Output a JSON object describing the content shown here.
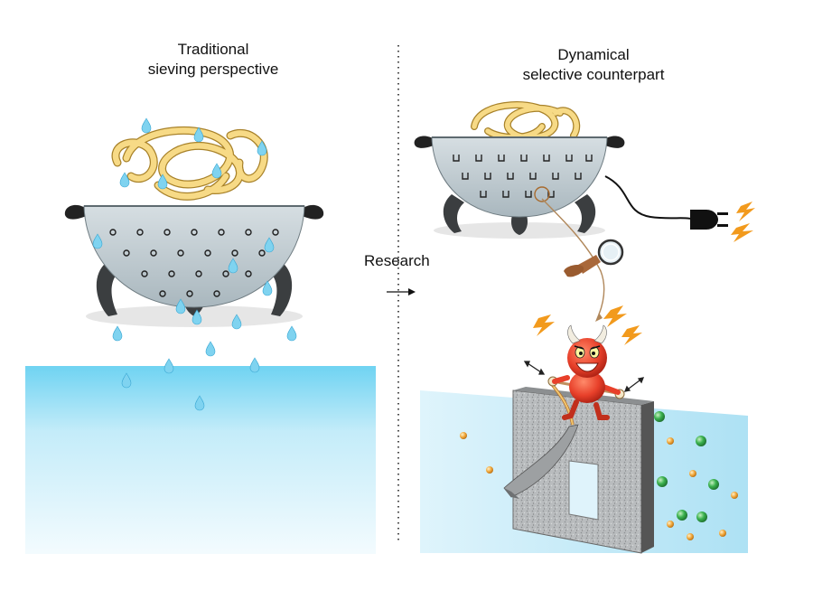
{
  "titles": {
    "left_line1": "Traditional",
    "left_line2": "sieving perspective",
    "right_line1": "Dynamical",
    "right_line2": "selective counterpart"
  },
  "center_label": "Research",
  "icons": [
    "colander-icon",
    "noodles-icon",
    "water-drop-icon",
    "plug-icon",
    "magnifier-icon",
    "devil-icon",
    "lightning-icon",
    "gate-icon",
    "particle-icon"
  ],
  "colors": {
    "colander": "#c4d0d6",
    "noodle": "#f3d27a",
    "water": "#7fd3f0",
    "devil": "#e8402a",
    "particle_green": "#3bb24f",
    "particle_orange": "#f0a73a",
    "spark": "#f29a1d"
  }
}
